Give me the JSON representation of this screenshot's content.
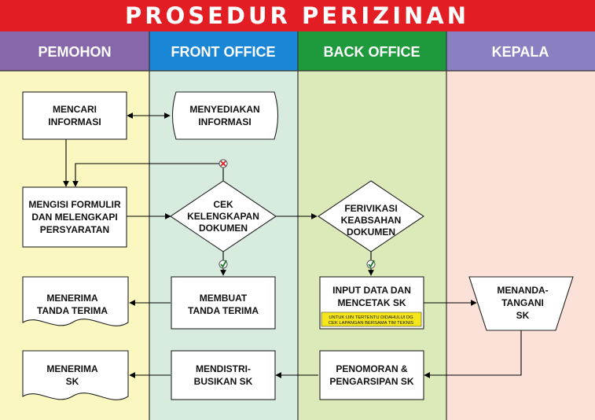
{
  "title": "PROSEDUR PERIZINAN",
  "lanes": [
    {
      "label": "PEMOHON",
      "header_color": "#8866aa",
      "body_color": "#fbf7c0"
    },
    {
      "label": "FRONT OFFICE",
      "header_color": "#1a86d6",
      "body_color": "#d7ecdf"
    },
    {
      "label": "BACK OFFICE",
      "header_color": "#1e9a3c",
      "body_color": "#dceaba"
    },
    {
      "label": "KEPALA",
      "header_color": "#8a7fc0",
      "body_color": "#fce1d8"
    }
  ],
  "colors": {
    "title_bar": "#e21d24",
    "title_text": "#ffffff",
    "lane_text": "#ffffff",
    "note_bg": "#f5e61c"
  },
  "nodes": {
    "mencari_informasi": [
      "MENCARI",
      "INFORMASI"
    ],
    "menyediakan_informasi": [
      "MENYEDIAKAN",
      "INFORMASI"
    ],
    "mengisi_formulir": [
      "MENGISI FORMULIR",
      "DAN MELENGKAPI",
      "PERSYARATAN"
    ],
    "cek_kelengkapan": [
      "CEK",
      "KELENGKAPAN",
      "DOKUMEN"
    ],
    "ferivikasi": [
      "FERIVIKASI",
      "KEABSAHAN",
      "DOKUMEN"
    ],
    "menerima_tanda_terima": [
      "MENERIMA",
      "TANDA TERIMA"
    ],
    "membuat_tanda_terima": [
      "MEMBUAT",
      "TANDA TERIMA"
    ],
    "input_data": [
      "INPUT DATA DAN",
      "MENCETAK SK"
    ],
    "menandatangani": [
      "MENANDA-",
      "TANGANI",
      "SK"
    ],
    "menerima_sk": [
      "MENERIMA",
      "SK"
    ],
    "mendistribusikan": [
      "MENDISTRI-",
      "BUSIKAN SK"
    ],
    "penomoran": [
      "PENOMORAN &",
      "PENGARSIPAN SK"
    ]
  },
  "note": [
    "UNTUK IJIN TERTENTU DIDAHULUI DG",
    "CEK LAPANGAN BERSAMA TIM TEKNIS"
  ],
  "icons": {
    "reject": "reject-x-icon",
    "approve": "approve-check-icon"
  }
}
